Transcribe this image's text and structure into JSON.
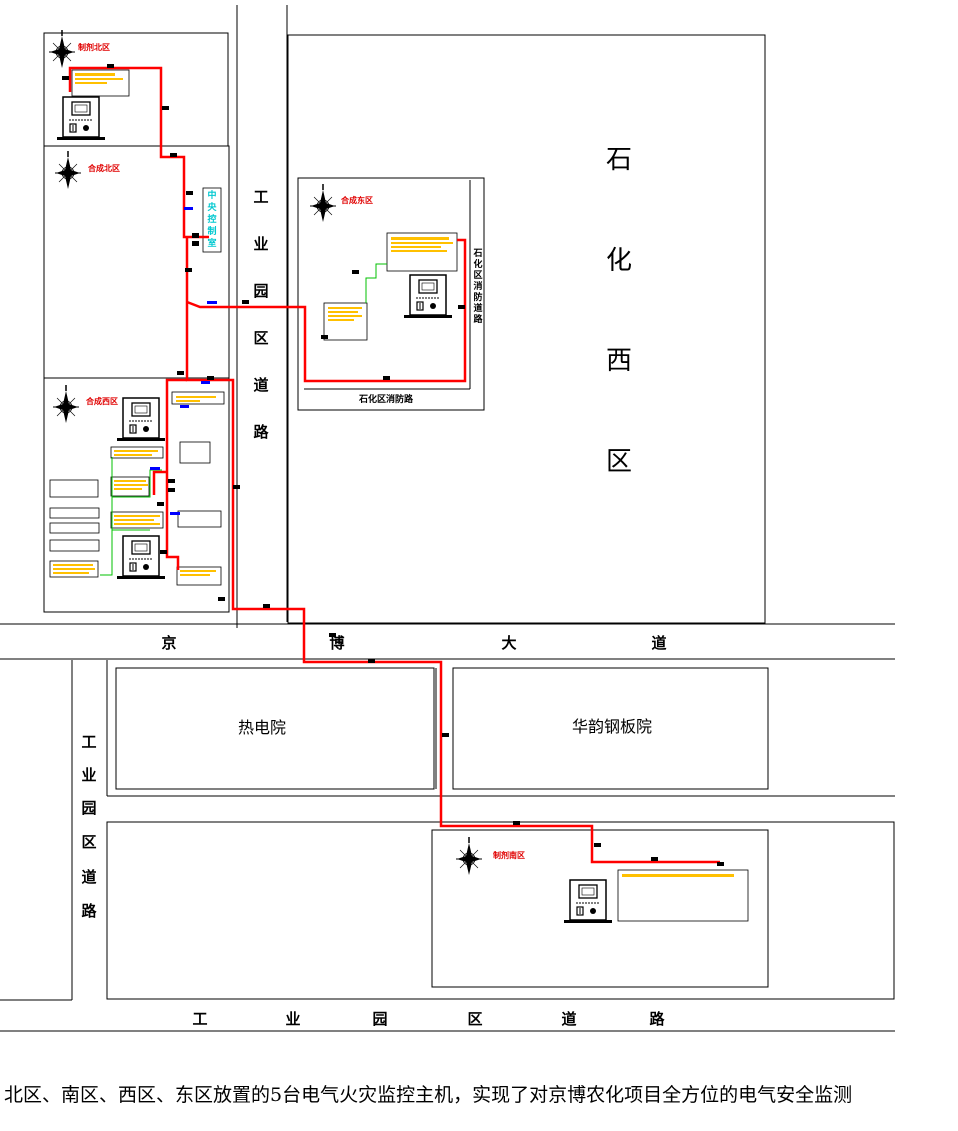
{
  "roads": {
    "jingbo": [
      "京",
      "博",
      "大",
      "道"
    ],
    "industrial_top": [
      "工",
      "业",
      "园",
      "区",
      "道",
      "路"
    ],
    "industrial_left": [
      "工",
      "业",
      "园",
      "区",
      "道",
      "路"
    ],
    "industrial_bottom": [
      "工",
      "业",
      "园",
      "区",
      "道",
      "路"
    ],
    "shihua_fire": [
      "石",
      "化",
      "区",
      "消",
      "防",
      "道",
      "路"
    ],
    "shihua_fire_h": "石化区消防路"
  },
  "zones": {
    "shihua_west": [
      "石",
      "化",
      "西",
      "区"
    ],
    "thermal_plant": "热电院",
    "huayun_steel": "华韵钢板院"
  },
  "areas": {
    "north": "制剂北区",
    "synthesis_north": "合成北区",
    "synthesis_west": "合成西区",
    "synthesis_east": "合成东区",
    "south": "制剂南区"
  },
  "control_room": [
    "中",
    "央",
    "控",
    "制",
    "室"
  ],
  "caption": "北区、南区、西区、东区放置的5台电气火灾监控主机，实现了对京博农化项目全方位的电气安全监测",
  "colors": {
    "network_line": "#ff0000",
    "branch_line": "#00c000",
    "highlight": "#ffc000",
    "node_blue": "#0000ff",
    "area_text": "#e00000",
    "control_room_text": "#00c8d0"
  }
}
